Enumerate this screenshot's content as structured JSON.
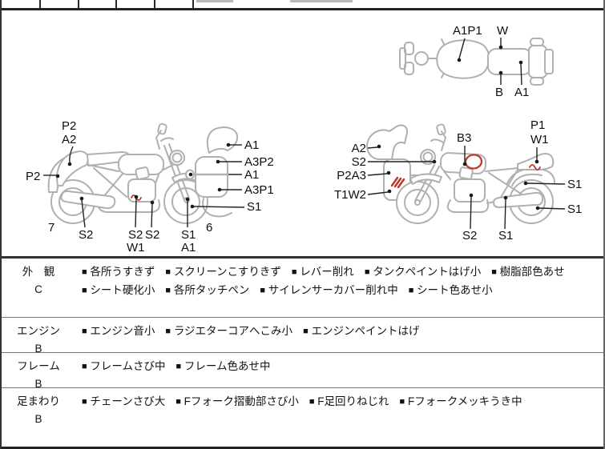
{
  "diagram": {
    "top_view": {
      "a1p1": "A1P1",
      "w": "W",
      "b": "B",
      "a1": "A1"
    },
    "left_bike": {
      "p2_tail": "P2",
      "a2_tail": "A2",
      "p2_fender": "P2",
      "num7": "7",
      "s2_muffler": "S2",
      "s2_engine": "S2",
      "s2_frame": "S2",
      "w1": "W1",
      "s1_fork": "S1",
      "a1_fork": "A1",
      "num6": "6"
    },
    "front_closeup": {
      "a1_top": "A1",
      "a3p2": "A3P2",
      "a1_mid": "A1",
      "a3p1": "A3P1",
      "s1": "S1"
    },
    "right_bike": {
      "a2_cowl": "A2",
      "s2_cowl": "S2",
      "p2a3": "P2A3",
      "t1w2": "T1W2",
      "b3": "B3",
      "p1": "P1",
      "w1": "W1",
      "s1_shock": "S1",
      "s1_swingarm": "S1",
      "s2_engine": "S2",
      "s1_frame": "S1"
    },
    "mark_color": "#c23327",
    "art_color": "#b0b0b0"
  },
  "table": {
    "bullet": "■",
    "rows": [
      {
        "category": "外　観",
        "grade": "C",
        "items": [
          "各所うすきず",
          "スクリーンこすりきず",
          "レバー削れ",
          "タンクペイントはげ小",
          "樹脂部色あせ",
          "シート硬化小",
          "各所タッチペン",
          "サイレンサーカバー削れ中",
          "シート色あせ小"
        ]
      },
      {
        "category": "エンジン",
        "grade": "B",
        "items": [
          "エンジン音小",
          "ラジエターコアへこみ小",
          "エンジンペイントはげ"
        ]
      },
      {
        "category": "フレーム",
        "grade": "B",
        "items": [
          "フレームさび中",
          "フレーム色あせ中"
        ]
      },
      {
        "category": "足まわり",
        "grade": "B",
        "items": [
          "チェーンさび大",
          "Fフォーク摺動部さび小",
          "F足回りねじれ",
          "Fフォークメッキうき中"
        ]
      }
    ]
  }
}
